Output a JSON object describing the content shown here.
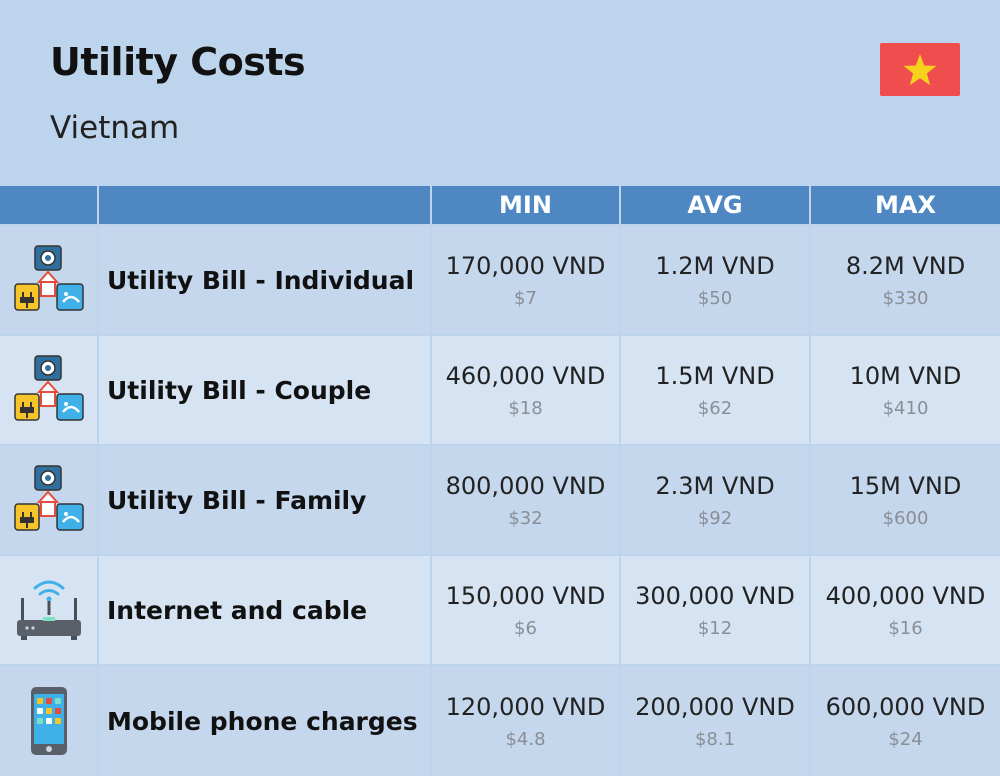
{
  "header": {
    "title": "Utility Costs",
    "subtitle": "Vietnam",
    "flag_icon": "vietnam-flag-icon",
    "flag_colors": {
      "field": "#f04e4e",
      "star": "#f7d21c"
    }
  },
  "table": {
    "columns": [
      "",
      "",
      "MIN",
      "AVG",
      "MAX"
    ],
    "rows": [
      {
        "icon": "utilities-icon",
        "label": "Utility Bill - Individual",
        "min": {
          "local": "170,000 VND",
          "usd": "$7"
        },
        "avg": {
          "local": "1.2M VND",
          "usd": "$50"
        },
        "max": {
          "local": "8.2M VND",
          "usd": "$330"
        }
      },
      {
        "icon": "utilities-icon",
        "label": "Utility Bill - Couple",
        "min": {
          "local": "460,000 VND",
          "usd": "$18"
        },
        "avg": {
          "local": "1.5M VND",
          "usd": "$62"
        },
        "max": {
          "local": "10M VND",
          "usd": "$410"
        }
      },
      {
        "icon": "utilities-icon",
        "label": "Utility Bill - Family",
        "min": {
          "local": "800,000 VND",
          "usd": "$32"
        },
        "avg": {
          "local": "2.3M VND",
          "usd": "$92"
        },
        "max": {
          "local": "15M VND",
          "usd": "$600"
        }
      },
      {
        "icon": "router-icon",
        "label": "Internet and cable",
        "min": {
          "local": "150,000 VND",
          "usd": "$6"
        },
        "avg": {
          "local": "300,000 VND",
          "usd": "$12"
        },
        "max": {
          "local": "400,000 VND",
          "usd": "$16"
        }
      },
      {
        "icon": "smartphone-icon",
        "label": "Mobile phone charges",
        "min": {
          "local": "120,000 VND",
          "usd": "$4.8"
        },
        "avg": {
          "local": "200,000 VND",
          "usd": "$8.1"
        },
        "max": {
          "local": "600,000 VND",
          "usd": "$24"
        }
      }
    ]
  },
  "colors": {
    "background": "#bdd5ec",
    "header_bar": "#4e87c2",
    "row_odd": "#c4d7ed",
    "row_even": "#d5e3f3"
  }
}
